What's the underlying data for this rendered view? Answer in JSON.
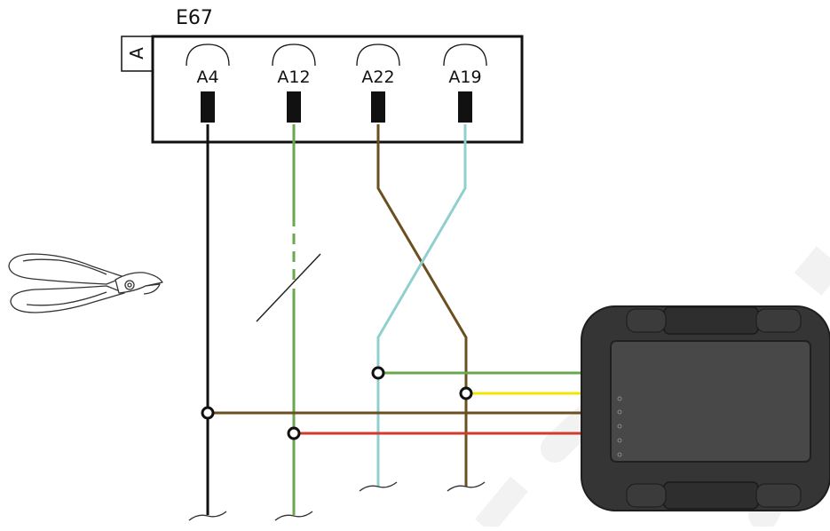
{
  "connector": {
    "id": "E67",
    "side": "A",
    "pins": [
      {
        "label": "A4"
      },
      {
        "label": "A12"
      },
      {
        "label": "A22"
      },
      {
        "label": "A19"
      }
    ]
  },
  "colors": {
    "wire_black": "#111111",
    "wire_green": "#6aa84f",
    "wire_brown": "#6b4f1e",
    "wire_light_blue": "#8fd0cf",
    "wire_yellow": "#f2e600",
    "wire_red": "#d13b2d",
    "device_body": "#3e3e3e",
    "device_panel": "#4a4a4a",
    "watermark": "#f2f2f2"
  },
  "icons": {
    "tool": "side-cutter-pliers-icon",
    "device": "interface-module-box"
  }
}
